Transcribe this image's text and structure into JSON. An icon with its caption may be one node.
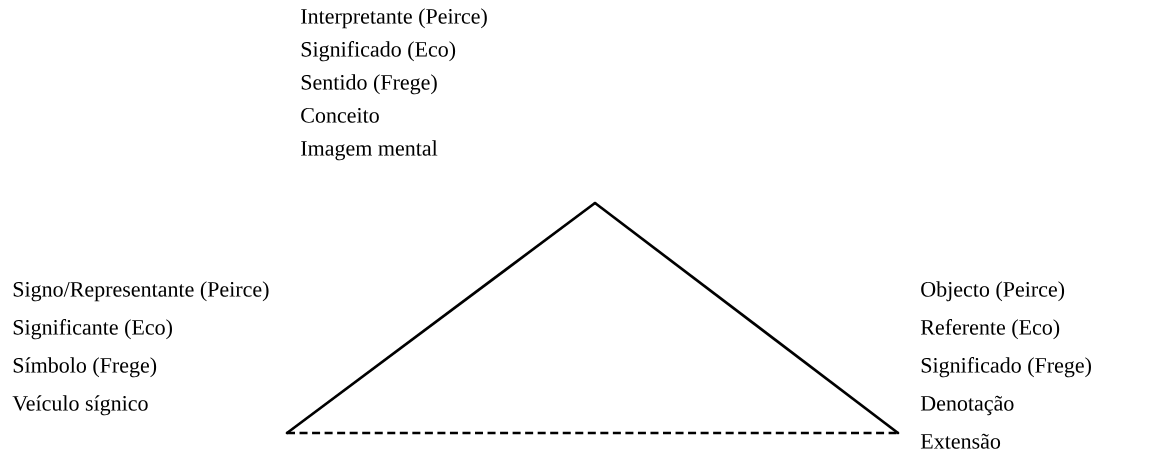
{
  "diagram": {
    "nodes": [
      {
        "text": [],
        "shape": "point",
        "beside": [
          "Interpretante (Peirce)",
          "Significado (Eco)",
          "Sentido (Frege)",
          "Conceito",
          "Imagem mental"
        ]
      },
      {
        "text": [],
        "shape": "point",
        "beside": [
          "Signo/Representante (Peirce)",
          "Significante (Eco)",
          "Símbolo (Frege)",
          "Veículo sígnico"
        ]
      },
      {
        "text": [],
        "shape": "point",
        "beside": [
          "Objecto (Peirce)",
          "Referente (Eco)",
          "Significado (Frege)",
          "Denotação",
          "Extensão"
        ]
      }
    ],
    "edges": [
      {
        "from": 0,
        "to": 1,
        "arrow": "none"
      },
      {
        "from": 0,
        "to": 2,
        "arrow": "none"
      },
      {
        "from": 1,
        "to": 2,
        "arrow": "none",
        "style": "dashed"
      }
    ]
  }
}
